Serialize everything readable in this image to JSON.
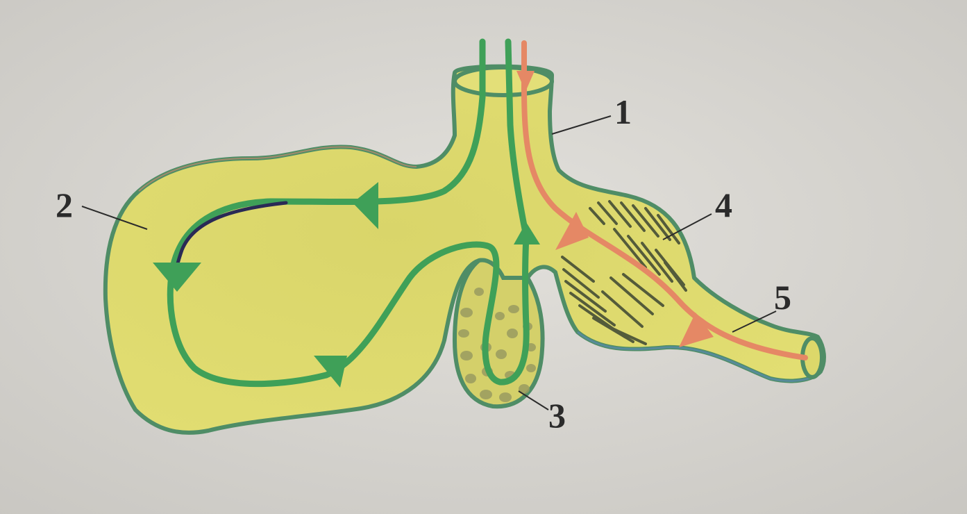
{
  "labels": {
    "l1": "1",
    "l2": "2",
    "l3": "3",
    "l4": "4",
    "l5": "5"
  },
  "colors": {
    "paper": "#d4d2cd",
    "organ_fill": "#dcd86a",
    "organ_outline": "#4f8d66",
    "flow_green": "#3fa058",
    "flow_red": "#e58865",
    "dark_stroke": "#2a2a55",
    "hatch": "#3c4632",
    "dots": "#9a9c60"
  }
}
